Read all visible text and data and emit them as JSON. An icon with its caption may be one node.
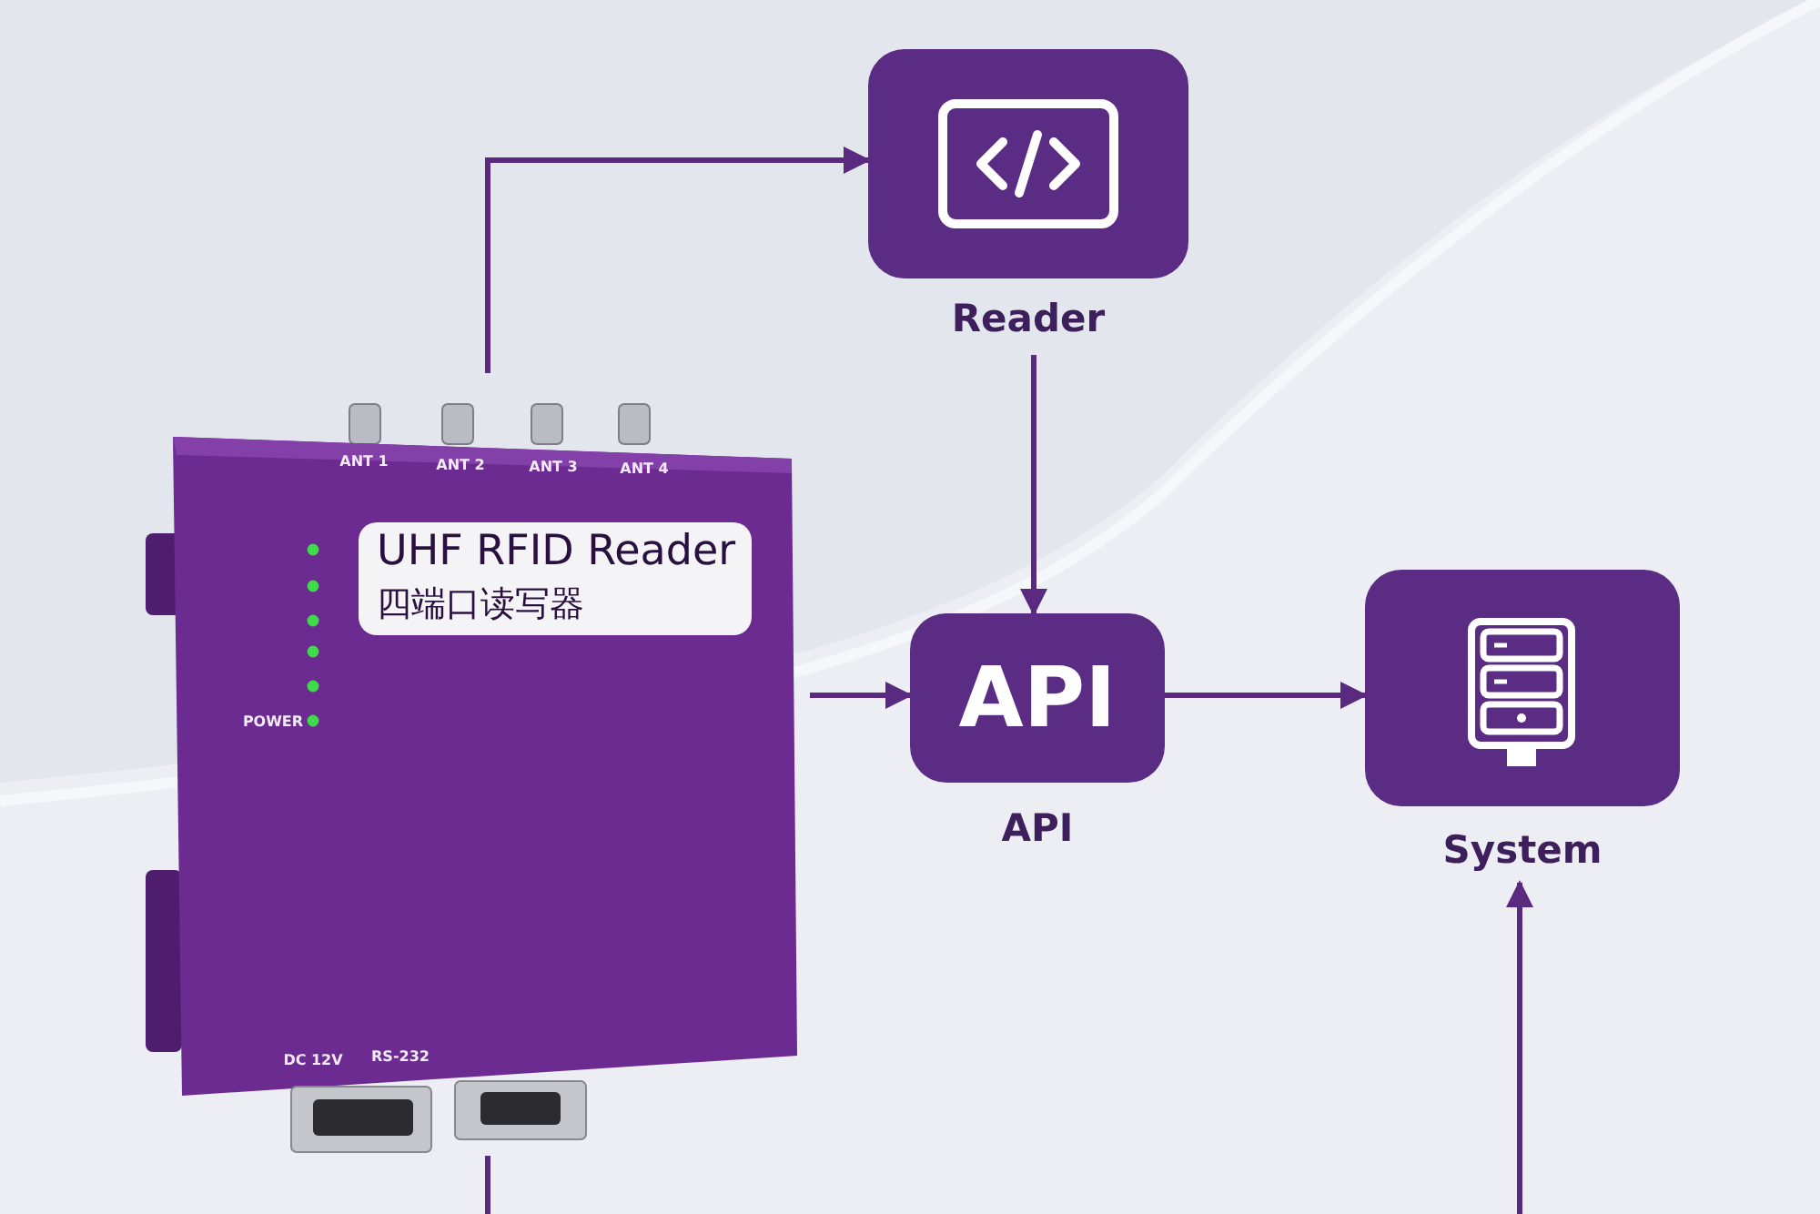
{
  "diagram": {
    "nodes": [
      {
        "text": [
          "UHF RFID Reader",
          "四端口读写器"
        ]
      },
      {
        "text": [
          "Reader"
        ]
      },
      {
        "text": [
          "API",
          "API"
        ]
      },
      {
        "text": [
          "System"
        ]
      }
    ],
    "edges": [
      {
        "from": 0,
        "to": 1,
        "arrow": "to"
      },
      {
        "from": 1,
        "to": 2,
        "arrow": "to"
      },
      {
        "from": 0,
        "to": 2,
        "arrow": "to"
      },
      {
        "from": 2,
        "to": 3,
        "arrow": "to"
      },
      {
        "from": null,
        "to": 3,
        "arrow": "to"
      },
      {
        "from": 0,
        "to": null,
        "arrow": "none"
      }
    ],
    "labels": [
      "ANT 1",
      "ANT 2",
      "ANT 3",
      "ANT 4",
      "POWER",
      "DC 12V",
      "RS-232"
    ]
  }
}
